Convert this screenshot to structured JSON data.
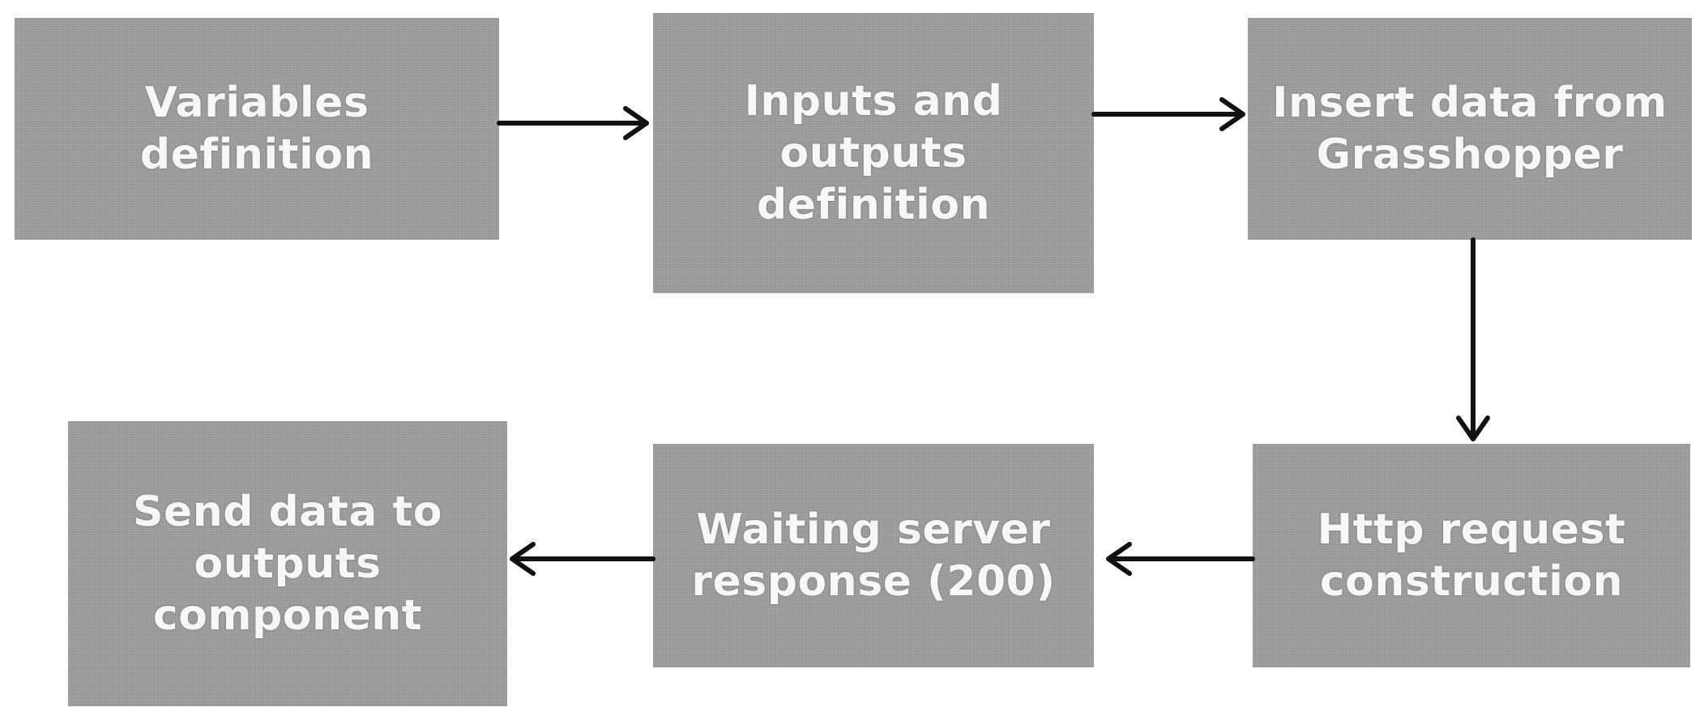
{
  "diagram": {
    "nodes": [
      {
        "id": "n1",
        "label": "Variables\ndefinition"
      },
      {
        "id": "n2",
        "label": "Inputs and\noutputs\ndefinition"
      },
      {
        "id": "n3",
        "label": "Insert data from\nGrasshopper"
      },
      {
        "id": "n4",
        "label": "Http request\nconstruction"
      },
      {
        "id": "n5",
        "label": "Waiting server\nresponse (200)"
      },
      {
        "id": "n6",
        "label": "Send data to\noutputs\ncomponent"
      }
    ],
    "edges": [
      {
        "from": "n1",
        "to": "n2"
      },
      {
        "from": "n2",
        "to": "n3"
      },
      {
        "from": "n3",
        "to": "n4"
      },
      {
        "from": "n4",
        "to": "n5"
      },
      {
        "from": "n5",
        "to": "n6"
      }
    ],
    "colors": {
      "box_fill": "#9c9c9c",
      "box_text": "#f7f7f7",
      "arrow": "#111111",
      "background": "#ffffff"
    }
  }
}
